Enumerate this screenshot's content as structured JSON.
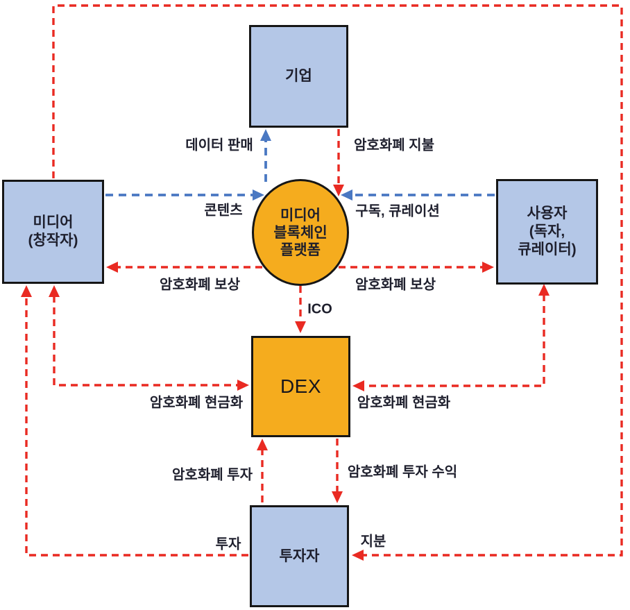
{
  "colors": {
    "node-blue": "#b4c7e7",
    "node-orange": "#f5ac1e",
    "arrow-red": "#e92a22",
    "arrow-blue": "#4a78c2",
    "border": "#161616",
    "text": "#1e1f2d",
    "background": "#ffffff"
  },
  "diagram": {
    "nodes": {
      "company": {
        "label": "기업"
      },
      "media": {
        "line1": "미디어",
        "line2": "(창작자)"
      },
      "user": {
        "line1": "사용자",
        "line2": "(독자,",
        "line3": "큐레이터)"
      },
      "platform": {
        "line1": "미디어",
        "line2": "블록체인",
        "line3": "플랫폼"
      },
      "dex": {
        "label": "DEX"
      },
      "investor": {
        "label": "투자자"
      }
    },
    "edges": {
      "data_sale": "데이터 판매",
      "crypto_payment": "암호화폐 지불",
      "content": "콘텐츠",
      "subscription_curation": "구독, 큐레이션",
      "crypto_reward_left": "암호화폐 보상",
      "crypto_reward_right": "암호화폐 보상",
      "ico": "ICO",
      "crypto_cashout_left": "암호화폐 현금화",
      "crypto_cashout_right": "암호화폐 현금화",
      "crypto_investment": "암호화폐 투자",
      "crypto_investment_return": "암호화폐 투자 수익",
      "investment": "투자",
      "equity": "지분"
    }
  }
}
